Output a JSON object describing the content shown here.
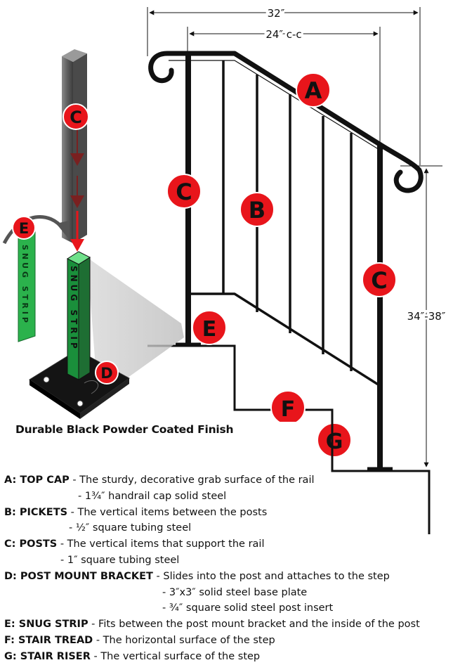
{
  "dimensions": {
    "overall_width": "32″",
    "post_spacing": "24″ c-c",
    "height_range": "34″-38″"
  },
  "callouts": {
    "A": "A",
    "B": "B",
    "C": "C",
    "D": "D",
    "E": "E",
    "F": "F",
    "G": "G"
  },
  "strip_text": "SNUG STRIP",
  "caption": "Durable Black Powder Coated Finish",
  "legend": {
    "a": {
      "key": "A: TOP CAP",
      "desc": " - The sturdy, decorative grab surface of the rail",
      "subs": [
        "- 1¾″ handrail cap solid steel"
      ]
    },
    "b": {
      "key": "B: PICKETS",
      "desc": " -  The vertical items between the posts",
      "subs": [
        "- ½″ square tubing steel"
      ]
    },
    "c": {
      "key": "C: POSTS",
      "desc": " - The vertical items that support the rail",
      "subs": [
        "- 1″ square tubing steel"
      ]
    },
    "d": {
      "key": "D: POST MOUNT BRACKET",
      "desc": " - Slides into the post and attaches to the step",
      "subs": [
        "- 3″x3″ solid steel base plate",
        "- ¾″ square solid steel post insert"
      ]
    },
    "e": {
      "key": "E: SNUG STRIP",
      "desc": " - Fits between the post mount bracket and the inside of the post"
    },
    "f": {
      "key": "F: STAIR TREAD",
      "desc": " - The horizontal surface of the step"
    },
    "g": {
      "key": "G: STAIR RISER",
      "desc": " -  The vertical surface of the step"
    }
  },
  "colors": {
    "callout_red": "#e8151b",
    "strip_green": "#2bb24c",
    "post_gray": "#6b6b6b",
    "rail_black": "#111111"
  }
}
